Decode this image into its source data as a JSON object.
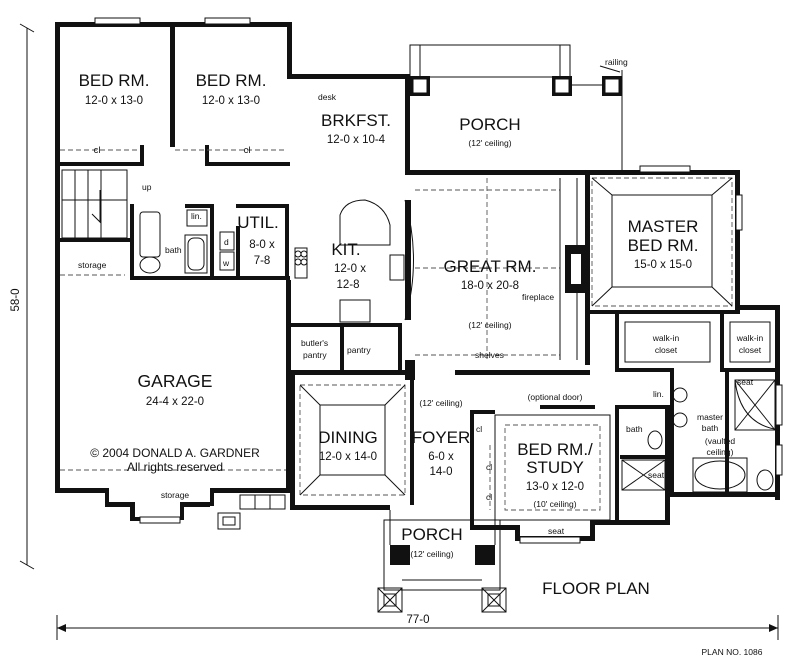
{
  "overall": {
    "width_dim": "77-0",
    "depth_dim": "58-0",
    "title": "FLOOR PLAN",
    "plan_no": "PLAN NO. 1086",
    "copyright_line1": "© 2004 DONALD A. GARDNER",
    "copyright_line2": "All rights reserved"
  },
  "rooms": {
    "bed1": {
      "name": "BED RM.",
      "dims": "12-0  x  13-0",
      "closet": "cl"
    },
    "bed2": {
      "name": "BED RM.",
      "dims": "12-0  x  13-0",
      "closet": "cl"
    },
    "brkfst": {
      "name": "BRKFST.",
      "dims": "12-0  x  10-4",
      "note": "desk"
    },
    "rear_porch": {
      "name": "PORCH",
      "ceiling": "(12' ceiling)",
      "note": "railing"
    },
    "util": {
      "name": "UTIL.",
      "dims_line1": "8-0  x",
      "dims_line2": "7-8",
      "lin": "lin.",
      "d": "d",
      "w": "w"
    },
    "kit": {
      "name": "KIT.",
      "dims_line1": "12-0  x",
      "dims_line2": "12-8"
    },
    "great": {
      "name": "GREAT RM.",
      "dims": "18-0  x  20-8",
      "fireplace": "fireplace",
      "ceiling": "(12' ceiling)",
      "shelves": "shelves"
    },
    "master": {
      "name_line1": "MASTER",
      "name_line2": "BED RM.",
      "dims": "15-0  x  15-0"
    },
    "walkin_left": {
      "line1": "walk-in",
      "line2": "closet"
    },
    "walkin_right": {
      "line1": "walk-in",
      "line2": "closet"
    },
    "up": "up",
    "bath": "bath",
    "storage_top": "storage",
    "storage_bottom": "storage",
    "butlers": {
      "line1": "butler's",
      "line2": "pantry"
    },
    "pantry": "pantry",
    "garage": {
      "name": "GARAGE",
      "dims": "24-4  x  22-0"
    },
    "dining": {
      "name": "DINING",
      "dims": "12-0  x  14-0"
    },
    "foyer": {
      "name": "FOYER",
      "dims_line1": "6-0  x",
      "dims_line2": "14-0",
      "ceiling": "(12' ceiling)",
      "cl": "cl"
    },
    "study": {
      "name_line1": "BED RM./",
      "name_line2": "STUDY",
      "dims": "13-0  x  12-0",
      "ceiling": "(10' ceiling)",
      "optional_door": "(optional door)",
      "cl": "cl",
      "seat": "seat"
    },
    "bath2": {
      "name": "bath",
      "lin": "lin.",
      "seat": "seat"
    },
    "master_bath": {
      "line1": "master",
      "line2": "bath",
      "line3": "(vaulted",
      "line4": "ceiling)",
      "seat": "seat"
    },
    "front_porch": {
      "name": "PORCH",
      "ceiling": "(12' ceiling)"
    }
  }
}
